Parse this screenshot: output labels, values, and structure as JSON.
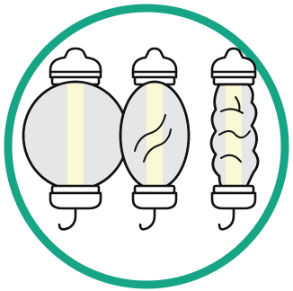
{
  "illustration": {
    "icon": "drainage-bulb-compression-stages",
    "colors": {
      "ring": "#17a585",
      "outline": "#111111",
      "bulb_fill": "#e5e6e8",
      "stripe": "#fbf8d5",
      "cap_fill": "#ffffff"
    },
    "stages": [
      {
        "state": "full"
      },
      {
        "state": "partially-compressed"
      },
      {
        "state": "fully-compressed"
      }
    ]
  }
}
